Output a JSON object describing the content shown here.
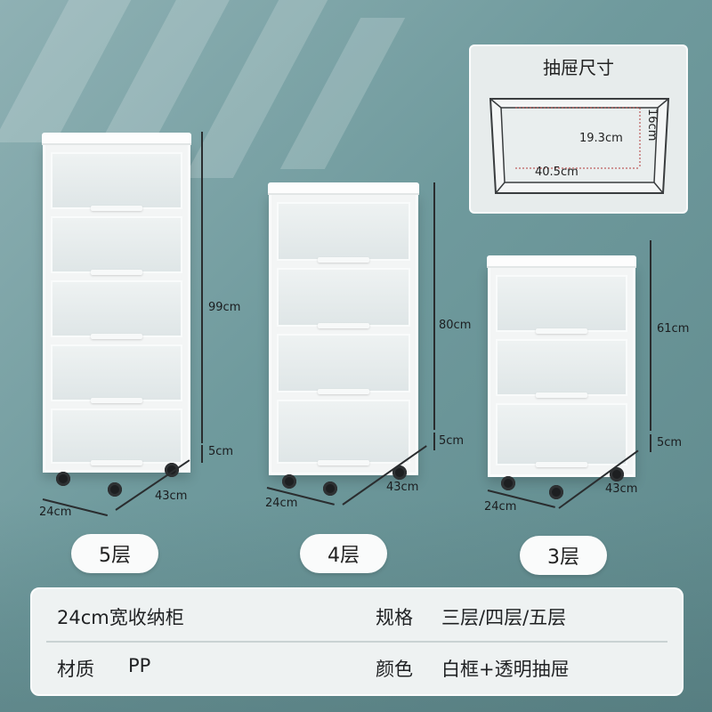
{
  "cabinets": [
    {
      "tier_label": "5层",
      "height_label": "99cm",
      "wheel_label": "5cm",
      "width_label": "24cm",
      "depth_label": "43cm"
    },
    {
      "tier_label": "4层",
      "height_label": "80cm",
      "wheel_label": "5cm",
      "width_label": "24cm",
      "depth_label": "43cm"
    },
    {
      "tier_label": "3层",
      "height_label": "61cm",
      "wheel_label": "5cm",
      "width_label": "24cm",
      "depth_label": "43cm"
    }
  ],
  "drawer_size": {
    "title": "抽屉尺寸",
    "height_label": "16cm",
    "width_label": "19.3cm",
    "length_label": "40.5cm"
  },
  "specs": {
    "product_name": "24cm宽收纳柜",
    "spec_label": "规格",
    "spec_value": "三层/四层/五层",
    "material_label": "材质",
    "material_value": "PP",
    "color_label": "颜色",
    "color_value": "白框+透明抽屉"
  },
  "colors": {
    "background": "#7aa3a6",
    "panel": "#eef2f2",
    "frame": "#f3f5f5",
    "wheel": "#1d1f21"
  }
}
